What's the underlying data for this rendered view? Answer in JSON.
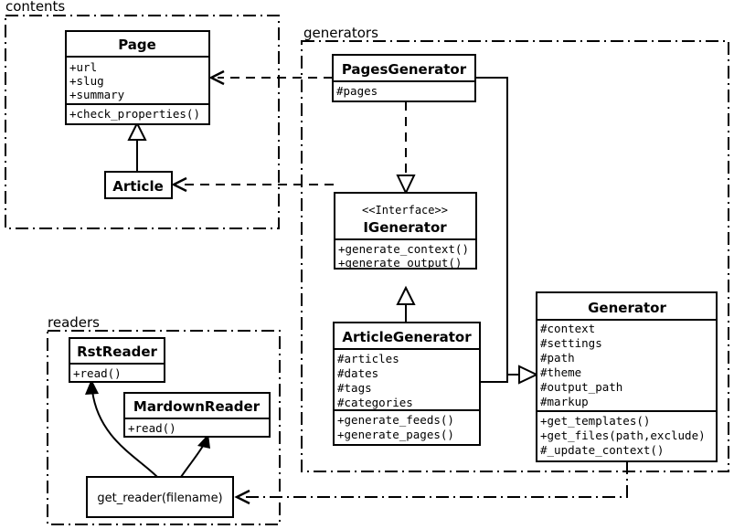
{
  "diagram": {
    "title": "UML class diagram",
    "background": "#ffffff",
    "line_color": "#000000"
  },
  "packages": [
    {
      "id": "contents",
      "label": "contents"
    },
    {
      "id": "generators",
      "label": "generators"
    },
    {
      "id": "readers",
      "label": "readers"
    }
  ],
  "classes": {
    "page": {
      "name": "Page",
      "attributes": [
        "+url",
        "+slug",
        "+summary"
      ],
      "methods": [
        "+check_properties()"
      ]
    },
    "article": {
      "name": "Article",
      "attributes": [],
      "methods": []
    },
    "pages_generator": {
      "name": "PagesGenerator",
      "attributes": [
        "#pages"
      ],
      "methods": []
    },
    "igenerator": {
      "stereotype": "<<Interface>>",
      "name": "IGenerator",
      "attributes": [],
      "methods": [
        "+generate_context()",
        "+generate_output()"
      ]
    },
    "article_generator": {
      "name": "ArticleGenerator",
      "attributes": [
        "#articles",
        "#dates",
        "#tags",
        "#categories"
      ],
      "methods": [
        "+generate_feeds()",
        "+generate_pages()"
      ]
    },
    "generator": {
      "name": "Generator",
      "attributes": [
        "#context",
        "#settings",
        "#path",
        "#theme",
        "#output_path",
        "#markup"
      ],
      "methods": [
        "+get_templates()",
        "+get_files(path,exclude)",
        "#_update_context()"
      ]
    },
    "rst_reader": {
      "name": "RstReader",
      "attributes": [],
      "methods": [
        "+read()"
      ]
    },
    "mardown_reader": {
      "name": "MardownReader",
      "attributes": [],
      "methods": [
        "+read()"
      ]
    },
    "get_reader": {
      "name": "get_reader(filename)"
    }
  },
  "relations": [
    {
      "id": "article-to-page",
      "type": "generalization",
      "from": "Article",
      "to": "Page"
    },
    {
      "id": "pagesgenerator-to-igenerator",
      "type": "realization",
      "from": "PagesGenerator",
      "to": "IGenerator"
    },
    {
      "id": "articlegenerator-to-igenerator",
      "type": "generalization",
      "from": "ArticleGenerator",
      "to": "IGenerator"
    },
    {
      "id": "pagesgenerator-to-generator",
      "type": "generalization",
      "from": "PagesGenerator",
      "to": "Generator"
    },
    {
      "id": "articlegenerator-to-generator",
      "type": "generalization",
      "from": "ArticleGenerator",
      "to": "Generator"
    },
    {
      "id": "pagesgenerator-to-page",
      "type": "dependency",
      "from": "PagesGenerator",
      "to": "Page"
    },
    {
      "id": "articlegenerator-to-article",
      "type": "dependency",
      "from": "ArticleGenerator",
      "to": "Article"
    },
    {
      "id": "generator-to-getreader",
      "type": "dependency",
      "from": "Generator",
      "to": "get_reader(filename)"
    },
    {
      "id": "getreader-to-rstreader",
      "type": "creates",
      "from": "get_reader(filename)",
      "to": "RstReader"
    },
    {
      "id": "getreader-to-mardownreader",
      "type": "creates",
      "from": "get_reader(filename)",
      "to": "MardownReader"
    }
  ]
}
